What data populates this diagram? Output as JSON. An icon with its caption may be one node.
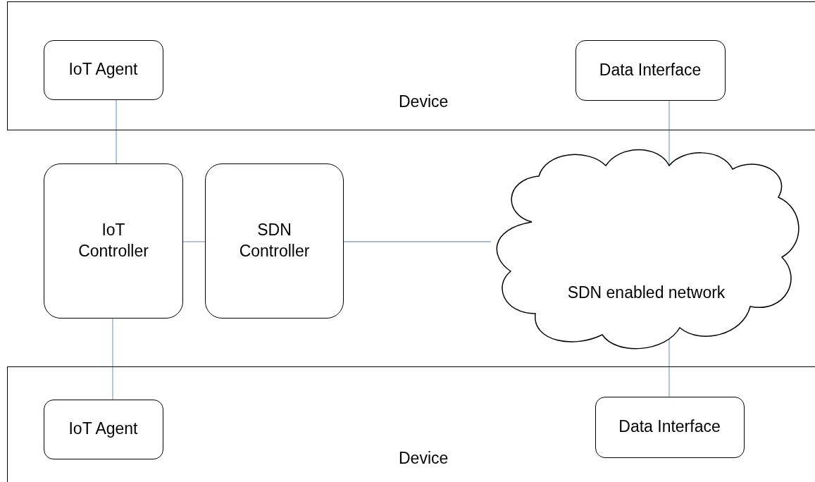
{
  "diagram": {
    "nodes": [
      {
        "text": [
          "Device"
        ]
      },
      {
        "text": [
          "IoT Agent"
        ],
        "in": 0
      },
      {
        "text": [
          "Data Interface"
        ],
        "in": 0
      },
      {
        "text": [
          "IoT Controller"
        ]
      },
      {
        "text": [
          "SDN Controller"
        ]
      },
      {
        "text": [
          "SDN enabled network"
        ]
      },
      {
        "text": [
          "Device"
        ]
      },
      {
        "text": [
          "IoT Agent"
        ],
        "in": 6
      },
      {
        "text": [
          "Data Interface"
        ],
        "in": 6
      }
    ],
    "edges": [
      {
        "from": 1,
        "to": 3,
        "arrow": "none"
      },
      {
        "from": 3,
        "to": 4,
        "arrow": "none"
      },
      {
        "from": 4,
        "to": 5,
        "arrow": "none"
      },
      {
        "from": 2,
        "to": 5,
        "arrow": "none"
      },
      {
        "from": 3,
        "to": 7,
        "arrow": "none"
      },
      {
        "from": 5,
        "to": 8,
        "arrow": "none"
      }
    ]
  }
}
